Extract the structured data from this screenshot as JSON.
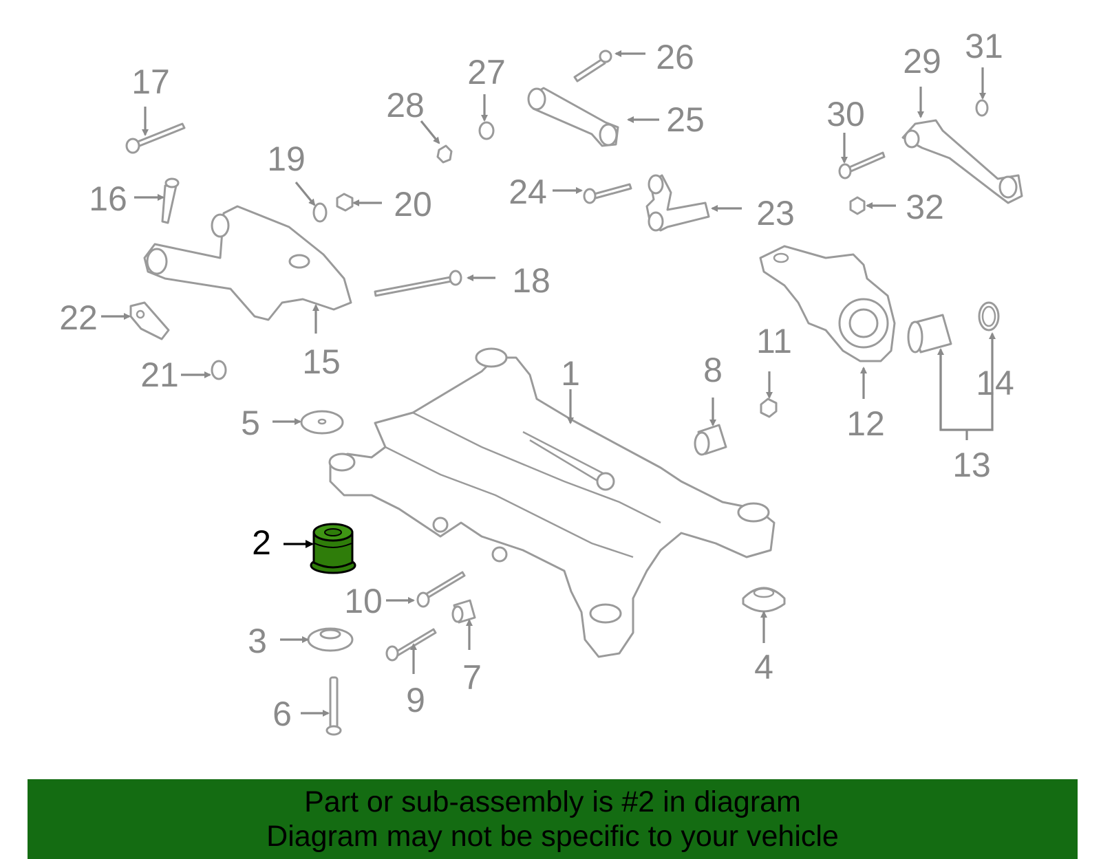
{
  "callouts": [
    "1",
    "2",
    "3",
    "4",
    "5",
    "6",
    "7",
    "8",
    "9",
    "10",
    "11",
    "12",
    "13",
    "14",
    "15",
    "16",
    "17",
    "18",
    "19",
    "20",
    "21",
    "22",
    "23",
    "24",
    "25",
    "26",
    "27",
    "28",
    "29",
    "30",
    "31",
    "32"
  ],
  "highlighted_part": "2",
  "colors": {
    "highlight_fill": "#2f7d0a",
    "banner_bg": "#146c12",
    "line_gray": "#9a9a9a",
    "label_gray": "#8a8a8a"
  },
  "banner": {
    "line1": "Part or sub-assembly is #2 in diagram",
    "line2": "Diagram may not be specific to your vehicle"
  }
}
